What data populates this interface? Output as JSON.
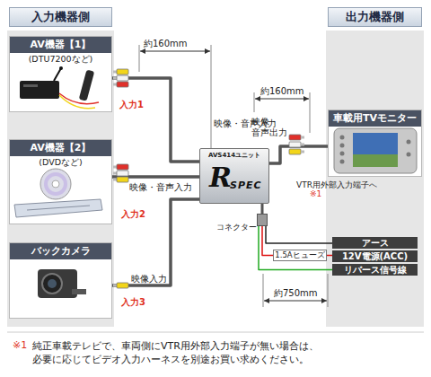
{
  "diagram": {
    "nodes": [
      {
        "text": [
          "入力機器側"
        ]
      },
      {
        "text": [
          "出力機器側"
        ]
      },
      {
        "text": [
          "AV機器【1】",
          "(DTU7200など)"
        ]
      },
      {
        "text": [
          "AV機器【2】",
          "(DVDなど)"
        ]
      },
      {
        "text": [
          "バックカメラ"
        ]
      },
      {
        "text": [
          "AVS414ユニット",
          "R",
          "SPEC"
        ]
      },
      {
        "text": [
          "車載用TVモニター"
        ]
      },
      {
        "text": [
          "コネクター"
        ]
      },
      {
        "text": [
          "1.5Aヒューズ"
        ]
      },
      {
        "text": [
          "アース"
        ]
      },
      {
        "text": [
          "12V電源(ACC)"
        ]
      },
      {
        "text": [
          "リバース信号線"
        ]
      }
    ],
    "edges": [
      {
        "from": 2,
        "to": 5,
        "arrow": "none"
      },
      {
        "from": 3,
        "to": 5,
        "arrow": "none"
      },
      {
        "from": 4,
        "to": 5,
        "arrow": "none"
      },
      {
        "from": 5,
        "to": 6,
        "arrow": "none"
      },
      {
        "from": 5,
        "to": 7,
        "arrow": "none"
      },
      {
        "from": 7,
        "to": 9,
        "arrow": "none"
      },
      {
        "from": 7,
        "to": 8,
        "arrow": "none"
      },
      {
        "from": 8,
        "to": 10,
        "arrow": "none"
      },
      {
        "from": 7,
        "to": 11,
        "arrow": "none"
      }
    ],
    "labels": [
      "約160mm",
      "約160mm",
      "入力1",
      "映像・音声入力",
      "入力2",
      "映像・音声入力",
      "入力3",
      "映像入力",
      "映像・ 音声出力",
      "VTR用外部入力端子へ",
      "※1",
      "約750mm",
      "※1",
      "純正車載テレビで、車両側にVTR用外部入力端子が無い場合は、 必要に応じてビデオ入力ハーネスを別途お買い求めください。"
    ]
  }
}
